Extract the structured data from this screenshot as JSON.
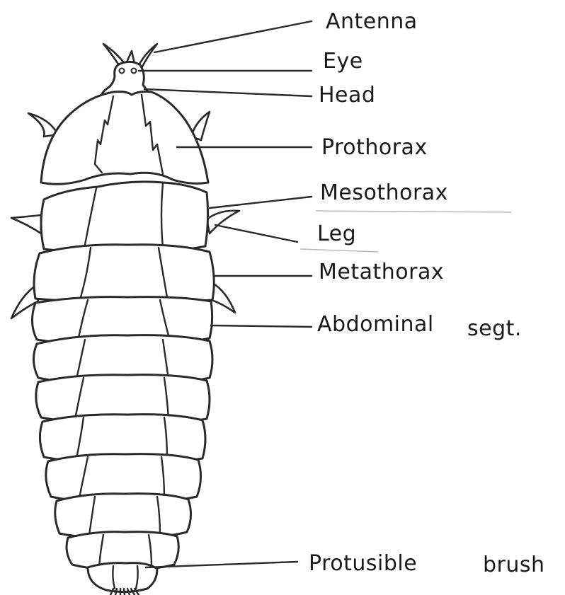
{
  "diagram": {
    "labels": {
      "antenna": "Antenna",
      "eye": "Eye",
      "head": "Head",
      "prothorax": "Prothorax",
      "mesothorax": "Mesothorax",
      "leg": "Leg",
      "metathorax": "Metathorax",
      "abdominal_segment": "Abdominal",
      "abdominal_segment_suffix": "segt.",
      "protusible_brush": "Protusible",
      "protusible_brush_suffix": "brush"
    },
    "colors": {
      "ink": "#2a2a2a",
      "paper": "#ffffff"
    }
  }
}
